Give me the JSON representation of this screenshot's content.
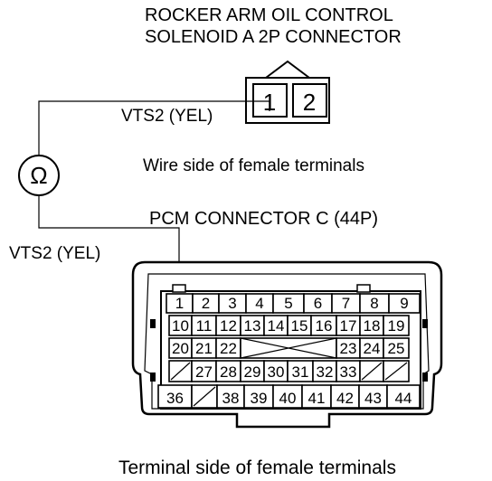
{
  "solenoid_connector": {
    "title_line1": "ROCKER ARM OIL CONTROL",
    "title_line2": "SOLENOID A 2P CONNECTOR",
    "pins": [
      "1",
      "2"
    ],
    "wire_label": "VTS2 (YEL)",
    "view_caption": "Wire side of female terminals"
  },
  "ohmmeter": {
    "symbol": "Ω"
  },
  "pcm_connector": {
    "title": "PCM CONNECTOR C (44P)",
    "wire_label": "VTS2 (YEL)",
    "rows": [
      [
        "1",
        "2",
        "3",
        "4",
        "5",
        "6",
        "7",
        "8",
        "9"
      ],
      [
        "10",
        "11",
        "12",
        "13",
        "14",
        "15",
        "16",
        "17",
        "18",
        "19"
      ],
      [
        "20",
        "21",
        "22",
        "",
        "23",
        "24",
        "25"
      ],
      [
        "",
        "27",
        "28",
        "29",
        "30",
        "31",
        "32",
        "33",
        "",
        ""
      ],
      [
        "36",
        "",
        "38",
        "39",
        "40",
        "41",
        "42",
        "43",
        "44"
      ]
    ],
    "view_caption": "Terminal side of female terminals"
  }
}
